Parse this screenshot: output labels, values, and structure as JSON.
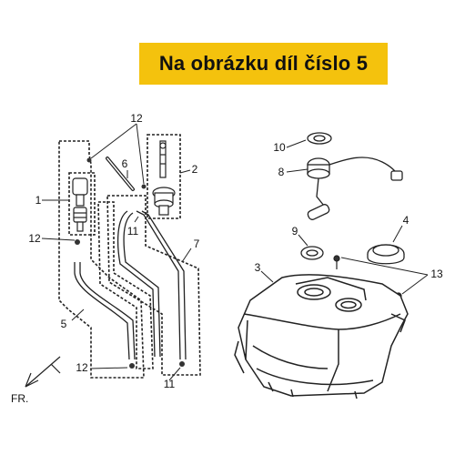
{
  "banner": {
    "text": "Na obrázku díl číslo 5",
    "background": "#f4c20d"
  },
  "callouts": {
    "c1": "1",
    "c2": "2",
    "c3": "3",
    "c4": "4",
    "c5": "5",
    "c6": "6",
    "c7": "7",
    "c8": "8",
    "c9": "9",
    "c10": "10",
    "c11a": "11",
    "c11b": "11",
    "c12a": "12",
    "c12b": "12",
    "c12c": "12",
    "c13": "13"
  },
  "direction_label": "FR."
}
